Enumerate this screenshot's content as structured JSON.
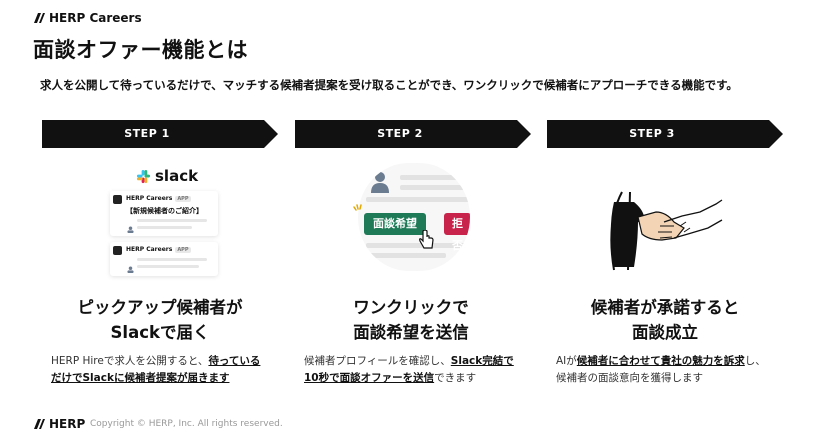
{
  "header": {
    "brand": "HERP Careers"
  },
  "title": "面談オファー機能とは",
  "lead": "求人を公開して待っているだけで、マッチする候補者提案を受け取ることができ、ワンクリックで候補者にアプローチできる機能です。",
  "colors": {
    "step_bg": "#111111",
    "accept_green": "#1e7a57",
    "decline_red": "#c8234a"
  },
  "steps": [
    {
      "label": "STEP 1",
      "heading_line1": "ピックアップ候補者が",
      "heading_line2": "Slackで届く",
      "desc_plain1": "HERP Hireで求人を公開すると、",
      "desc_em1": "待っている",
      "desc_em2": "だけでSlackに候補者提案が届きます",
      "illustration": {
        "logo": "slack",
        "card1_app": "HERP Careers",
        "card1_tag": "APP",
        "card1_message": "【新規候補者のご紹介】",
        "card2_app": "HERP Careers",
        "card2_tag": "APP",
        "icons": [
          "slack-icon",
          "herp-app-icon",
          "user-icon"
        ]
      }
    },
    {
      "label": "STEP 2",
      "heading_line1": "ワンクリックで",
      "heading_line2": "面談希望を送信",
      "desc_plain1": "候補者プロフィールを確認し、",
      "desc_em1": "Slack完結で",
      "desc_em2": "10秒で面談オファーを送信",
      "desc_plain2": "できます",
      "illustration": {
        "accept_button": "面談希望",
        "decline_button": "拒否",
        "icons": [
          "user-icon",
          "sparkle-icon",
          "pointer-hand-icon"
        ]
      }
    },
    {
      "label": "STEP 3",
      "heading_line1": "候補者が承諾すると",
      "heading_line2": "面談成立",
      "desc_plain1": "AIが",
      "desc_em1": "候補者に合わせて貴社の魅力を訴求",
      "desc_plain2": "し、",
      "desc_line2": "候補者の面談意向を獲得します",
      "illustration": {
        "icons": [
          "handshake-icon"
        ]
      }
    }
  ],
  "footer": {
    "brand": "HERP",
    "copyright": "Copyright © HERP, Inc. All rights reserved."
  }
}
